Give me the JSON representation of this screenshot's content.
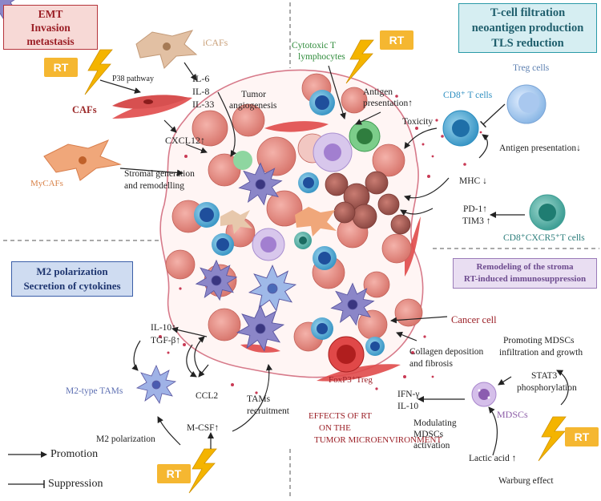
{
  "title": "EFFECTS OF RT ON THE TUMOR MICROENVIRONMENT",
  "quadrants": {
    "top_left": {
      "heading": [
        "EMT",
        "Invasion",
        "metastasis"
      ]
    },
    "top_right": {
      "heading": [
        "T-cell filtration",
        "neoantigen production",
        "TLS reduction"
      ]
    },
    "bottom_left": {
      "heading": [
        "M2 polarization",
        "Secretion of cytokines"
      ]
    },
    "bottom_right": {
      "heading": [
        "Remodeling of the stroma",
        "RT-induced immunosuppression"
      ]
    }
  },
  "rt_badge": "RT",
  "labels": {
    "icafs": "iCAFs",
    "p38": "P38 pathway",
    "cafs": "CAFs",
    "il6": "IL-6",
    "il8": "IL-8",
    "il33": "IL-33",
    "tumor_angio": [
      "Tumor",
      "angiogenesis"
    ],
    "cxcl12": "CXCL12↑",
    "mycafs": "MyCAFs",
    "stromal": [
      "Stromal generation",
      "and remodelling"
    ],
    "ctl": [
      "Cytotoxic T",
      "lymphocytes"
    ],
    "antigen_pres_up": [
      "Antigen",
      "presentation↑"
    ],
    "treg": "Treg cells",
    "cd8": "CD8⁺ T cells",
    "toxicity": "Toxicity",
    "antigen_pres_down": "Antigen presentation↓",
    "mhc": "MHC ↓",
    "pd1": "PD-1↑",
    "tim3": "TIM3 ↑",
    "cd8cxcr5": "CD8⁺CXCR5⁺T cells",
    "cancer_cell": "Cancer cell",
    "promoting_mdsc": [
      "Promoting MDSCs",
      "infiltration and growth"
    ],
    "collagen": [
      "Collagen deposition",
      "and fibrosis"
    ],
    "stat3": [
      "STAT3",
      "phosphorylation"
    ],
    "foxp3": "FoxP3⁺Treg",
    "ifn": "IFN-γ",
    "il10_br": "IL-10",
    "mdscs": "MDSCs",
    "modulating": [
      "Modulating",
      "MDSCs",
      "activation"
    ],
    "lactic": "Lactic acid ↑",
    "warburg": "Warburg effect",
    "il10_bl": "IL-10↑",
    "tgfb": "TGF-β↑",
    "m2tams": "M2-type TAMs",
    "ccl2": "CCL2",
    "tams_recruit": [
      "TAMs",
      "recruitment"
    ],
    "m2pol": "M2 polarization",
    "mcsf": "M-CSF↑"
  },
  "legend": {
    "promotion": "Promotion",
    "suppression": "Suppression"
  },
  "colors": {
    "emt_border": "#b5343a",
    "emt_fill": "#f7d9d6",
    "tcell_border": "#2a9aa8",
    "tcell_fill": "#d6eef2",
    "m2_border": "#3b5ea8",
    "m2_fill": "#cfdcf1",
    "stroma_border": "#9a7bb8",
    "stroma_fill": "#e9def2",
    "rt_badge": "#f5b731",
    "lightning": "#f4b400",
    "cancer_cell": "#e8908a",
    "cd8_cell": "#5bb3d8",
    "treg_cell": "#9fc4ea",
    "macrophage": "#8b86c8",
    "ctl_text": "#2e8b3a",
    "cafs_text": "#9c2a2a",
    "mycafs_text": "#d9834a",
    "icafs_text": "#c9a079",
    "mdsc_text": "#8d5ea8",
    "m2tams_text": "#5d6fb2"
  }
}
